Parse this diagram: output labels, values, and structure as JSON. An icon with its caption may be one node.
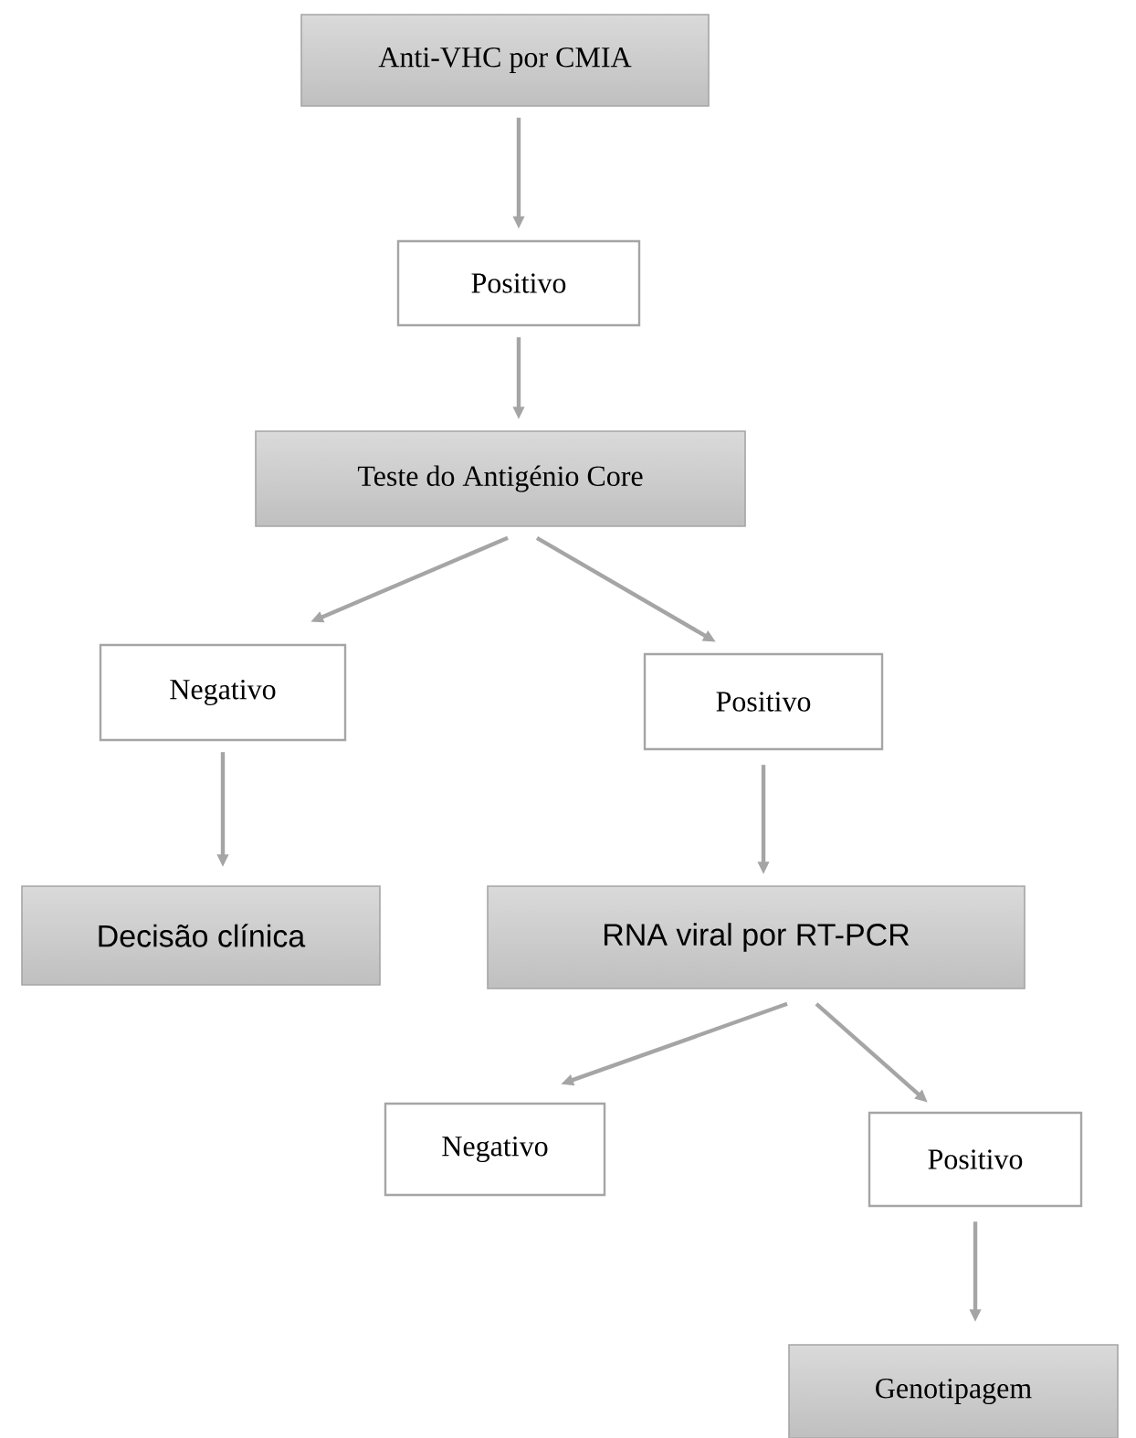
{
  "diagram": {
    "nodes": [
      {
        "text": [
          "Anti-VHC por CMIA"
        ]
      },
      {
        "text": [
          "Positivo"
        ]
      },
      {
        "text": [
          "Teste do Antigénio Core"
        ]
      },
      {
        "text": [
          "Negativo"
        ]
      },
      {
        "text": [
          "Positivo"
        ]
      },
      {
        "text": [
          "Decisão clínica"
        ]
      },
      {
        "text": [
          "RNA viral por RT-PCR"
        ]
      },
      {
        "text": [
          "Negativo"
        ]
      },
      {
        "text": [
          "Positivo"
        ]
      },
      {
        "text": [
          "Genotipagem"
        ]
      }
    ],
    "edges": [
      {
        "from": 0,
        "to": 1,
        "arrow": "to"
      },
      {
        "from": 1,
        "to": 2,
        "arrow": "to"
      },
      {
        "from": 2,
        "to": 3,
        "arrow": "to"
      },
      {
        "from": 2,
        "to": 4,
        "arrow": "to"
      },
      {
        "from": 3,
        "to": 5,
        "arrow": "to"
      },
      {
        "from": 4,
        "to": 6,
        "arrow": "to"
      },
      {
        "from": 6,
        "to": 7,
        "arrow": "to"
      },
      {
        "from": 6,
        "to": 8,
        "arrow": "to"
      },
      {
        "from": 8,
        "to": 9,
        "arrow": "to"
      }
    ]
  }
}
